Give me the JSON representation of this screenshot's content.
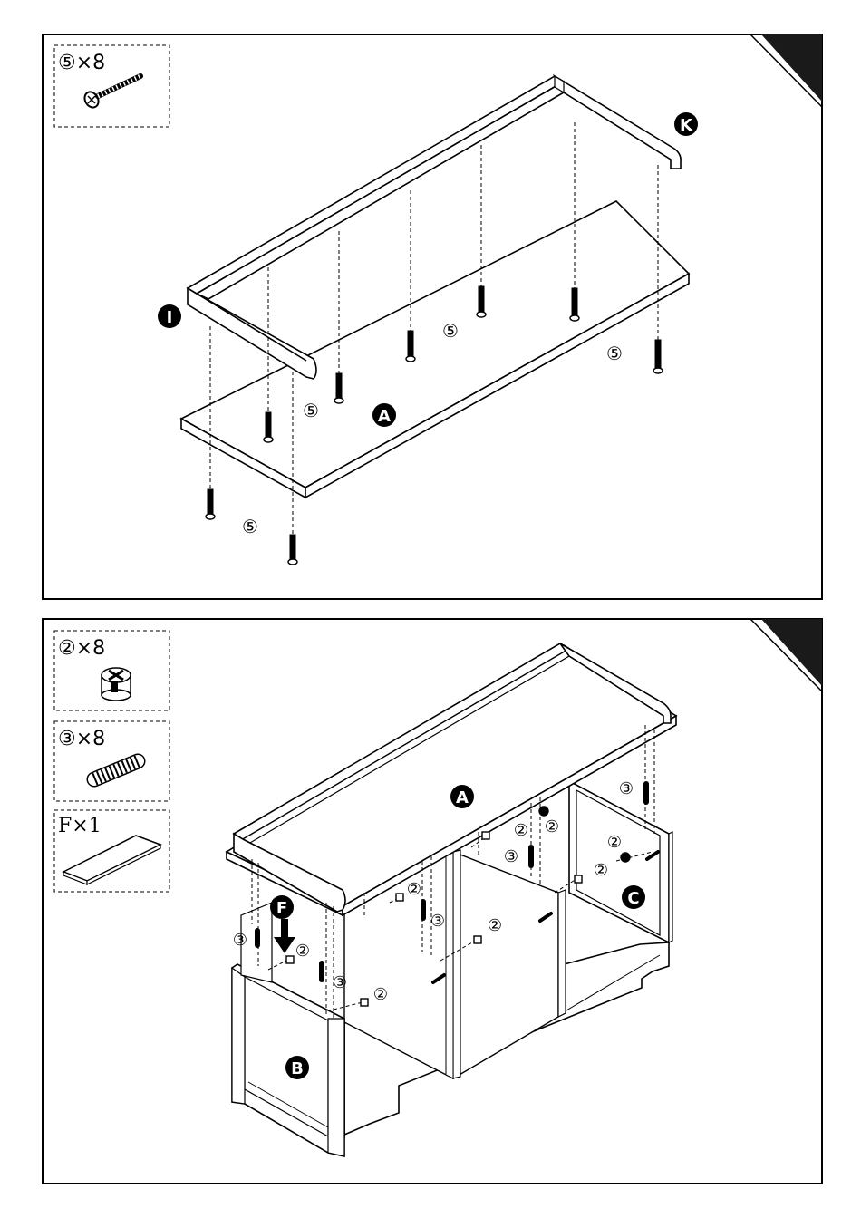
{
  "panel1": {
    "parts_box": {
      "label": "⑤×8",
      "icon": "wood-screw-icon"
    },
    "labels": {
      "part_I": "I",
      "part_K": "K",
      "part_A": "A",
      "screw": "⑤"
    }
  },
  "panel2": {
    "parts_boxes": [
      {
        "label": "②×8",
        "icon": "cam-lock-icon"
      },
      {
        "label": "③×8",
        "icon": "wooden-dowel-icon"
      },
      {
        "label": "F×1",
        "icon": "panel-f-icon"
      }
    ],
    "labels": {
      "part_A": "A",
      "part_B": "B",
      "part_C": "C",
      "part_F": "F",
      "cam": "②",
      "dowel": "③"
    }
  }
}
